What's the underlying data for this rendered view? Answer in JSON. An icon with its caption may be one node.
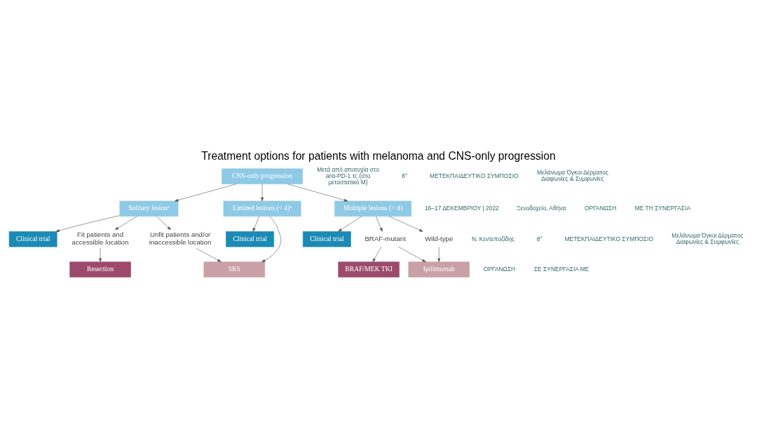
{
  "diagram": {
    "title": "Treatment options for patients with melanoma and CNS-only progression",
    "nodes": [
      {
        "text": [
          "CNS-only progression"
        ]
      },
      {
        "text": [
          "Solitary lesionᵃ"
        ]
      },
      {
        "text": [
          "Limited lesions (< 4)ᵃ"
        ]
      },
      {
        "text": [
          "Multiple lesions (> 4)"
        ]
      },
      {
        "text": [
          "Clinical trial"
        ]
      },
      {
        "text": [
          "Clinical trial"
        ]
      },
      {
        "text": [
          "Clinical trial"
        ]
      },
      {
        "text": [
          "Fit patients and accessible location"
        ]
      },
      {
        "text": [
          "Unfit patients and/or inaccessible location"
        ]
      },
      {
        "text": [
          "BRAF-mutant"
        ]
      },
      {
        "text": [
          "Wild-type"
        ]
      },
      {
        "text": [
          "Resection"
        ]
      },
      {
        "text": [
          "SRS"
        ]
      },
      {
        "text": [
          "BRAF/MEK TKI"
        ]
      },
      {
        "text": [
          "Ipilimumab"
        ]
      }
    ],
    "edges": [
      {
        "from": 0,
        "to": 1,
        "arrow": "to"
      },
      {
        "from": 0,
        "to": 2,
        "arrow": "to"
      },
      {
        "from": 0,
        "to": 3,
        "arrow": "to"
      },
      {
        "from": 1,
        "to": 4,
        "arrow": "to"
      },
      {
        "from": 1,
        "to": 7,
        "arrow": "to"
      },
      {
        "from": 1,
        "to": 8,
        "arrow": "to"
      },
      {
        "from": 2,
        "to": 5,
        "arrow": "to"
      },
      {
        "from": 2,
        "to": 12,
        "arrow": "to"
      },
      {
        "from": 3,
        "to": 6,
        "arrow": "to"
      },
      {
        "from": 3,
        "to": 9,
        "arrow": "to"
      },
      {
        "from": 3,
        "to": 10,
        "arrow": "to"
      },
      {
        "from": 7,
        "to": 11,
        "arrow": "to"
      },
      {
        "from": 8,
        "to": 12,
        "arrow": "to"
      },
      {
        "from": 9,
        "to": 13,
        "arrow": "to"
      },
      {
        "from": 9,
        "to": 14,
        "arrow": "to"
      },
      {
        "from": 10,
        "to": 14,
        "arrow": "to"
      }
    ],
    "labels": [
      "Μετά από αποτυχία στο anti-PD-1 τι; (στο μεταστατικό Μ)",
      "8°",
      "ΜΕΤΕΚΠΑΙΔΕΥΤΙΚΟ ΣΥΜΠΟΣΙΟ",
      "Μελάνωμα Όγκοι Δέρματος Διαφωνίες & Συμφωνίες",
      "16–17 ΔΕΚΕΜΒΡΙΟΥ | 2022",
      "Ξενοδοχείο, Αθήνα",
      "ΟΡΓΑΝΩΣΗ",
      "ΜΕ ΤΗ ΣΥΝΕΡΓΑΣΙΑ",
      "Ν. Κεντεποζίδης",
      "8°",
      "ΜΕΤΕΚΠΑΙΔΕΥΤΙΚΟ ΣΥΜΠΟΣΙΟ",
      "Μελάνωμα Όγκοι Δέρματος Διαφωνίες & Συμφωνίες",
      "ΟΡΓΑΝΩΣΗ",
      "ΣΕ ΣΥΝΕΡΓΑΣΙΑ ΜΕ"
    ]
  }
}
